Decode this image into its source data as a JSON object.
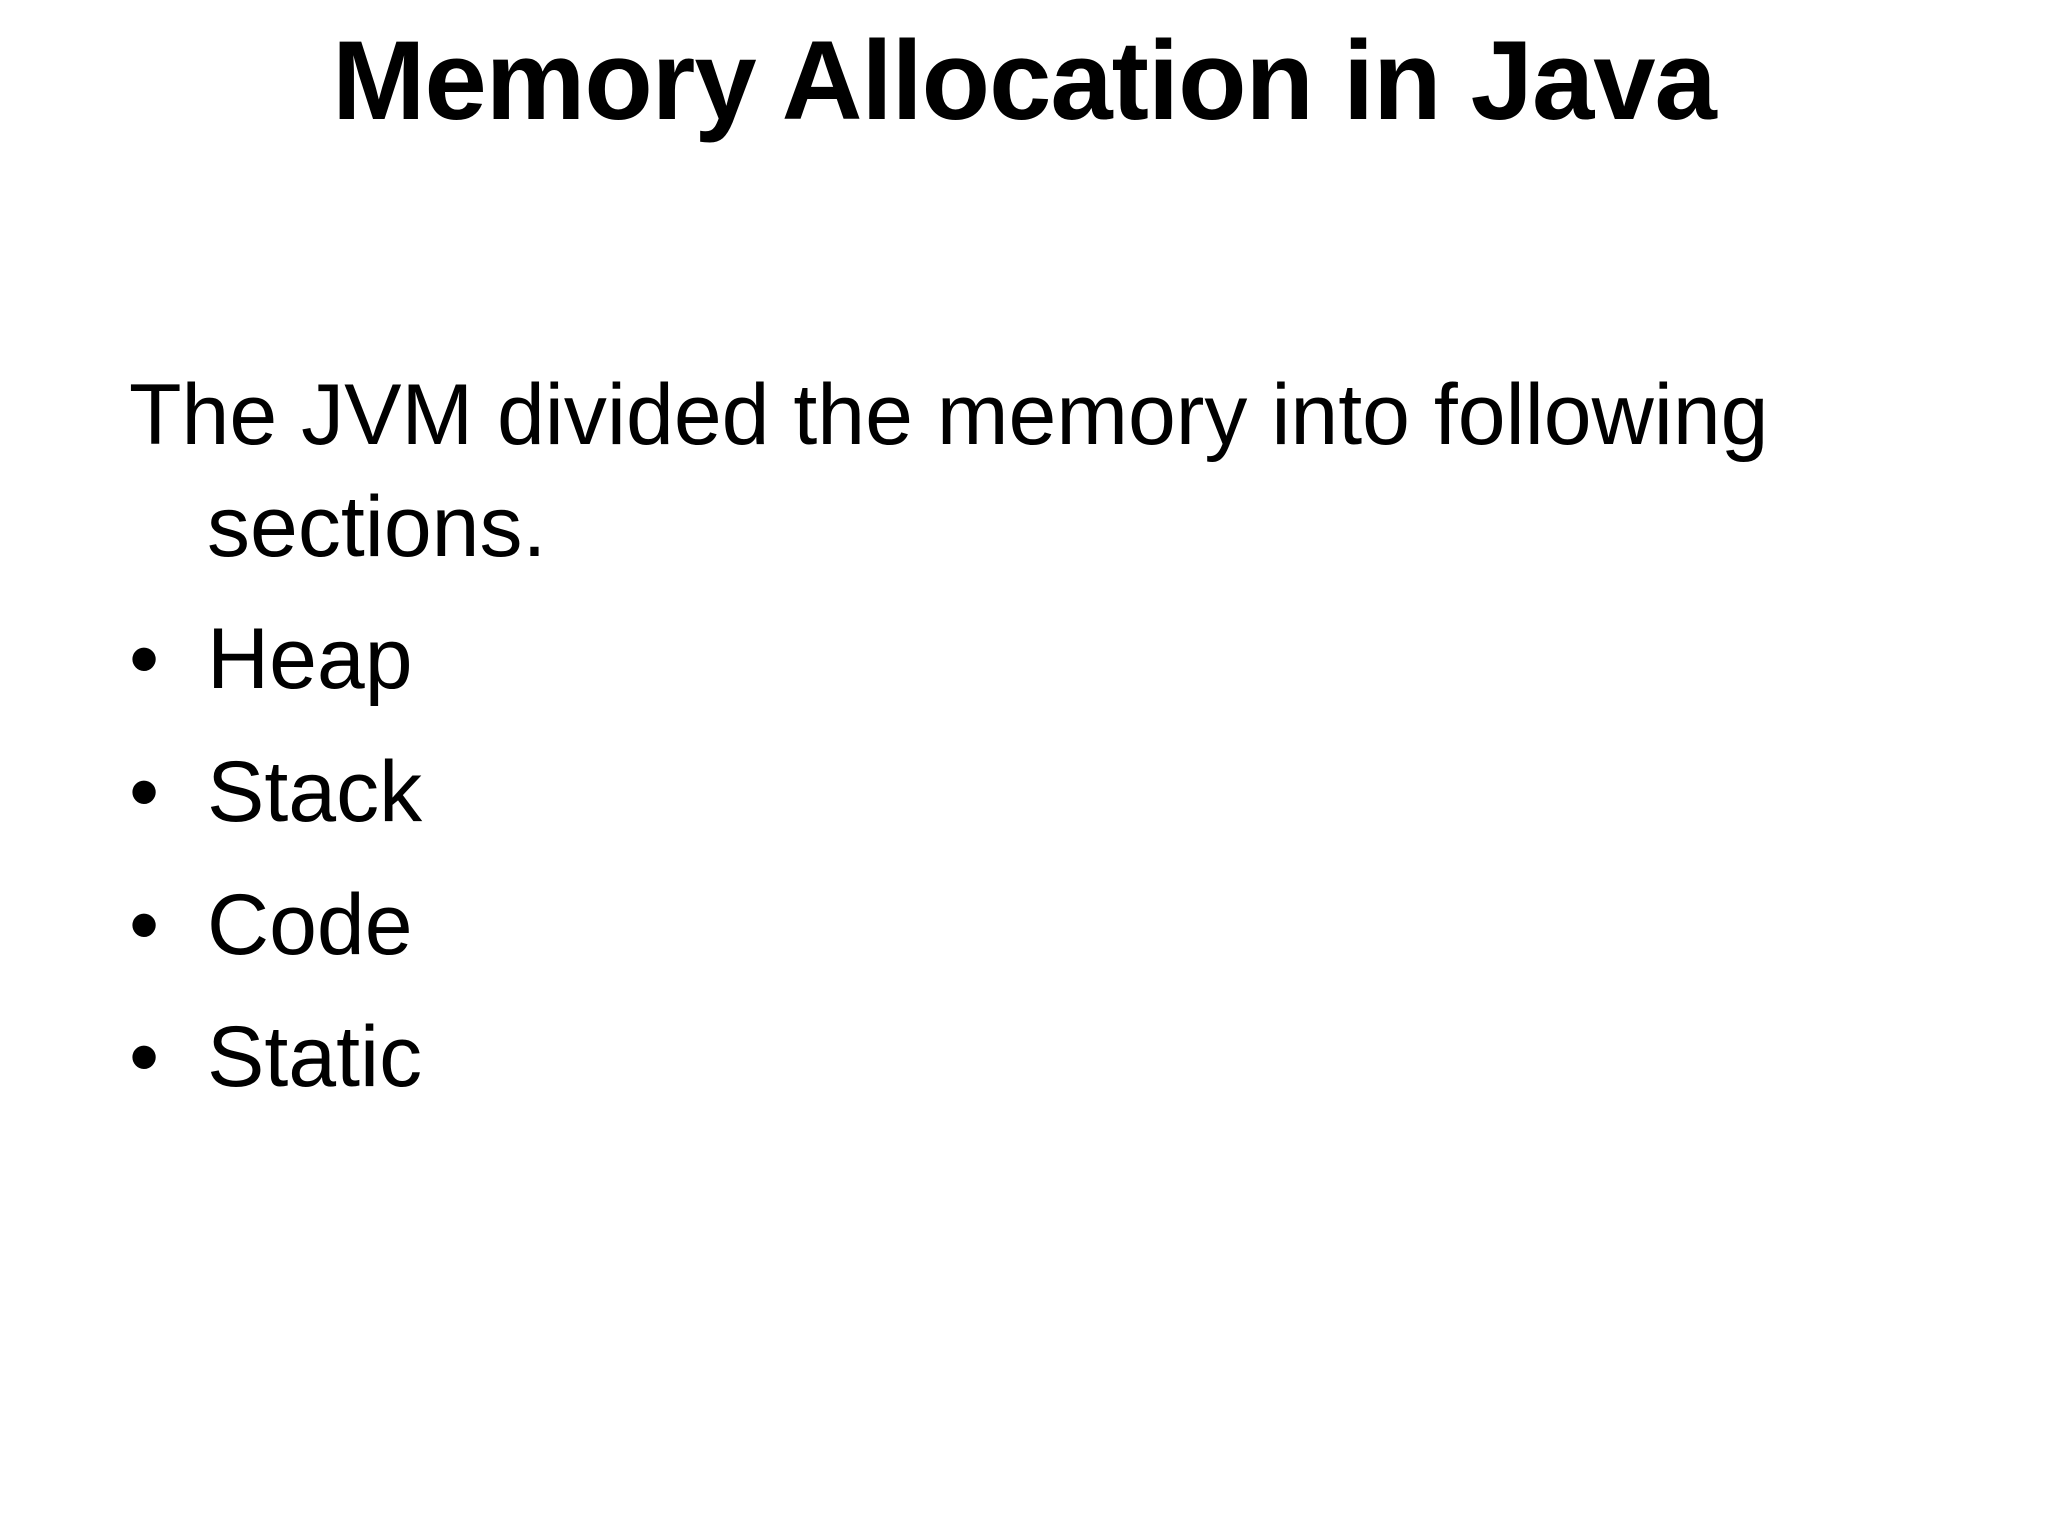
{
  "slide": {
    "title": "Memory Allocation in Java",
    "body": {
      "intro_lines": [
        "The JVM divided the memory into following",
        "sections."
      ],
      "bullet_char": "•",
      "bullets": [
        "Heap",
        "Stack",
        "Code",
        "Static"
      ]
    },
    "colors": {
      "background": "#ffffff",
      "text": "#000000"
    }
  }
}
